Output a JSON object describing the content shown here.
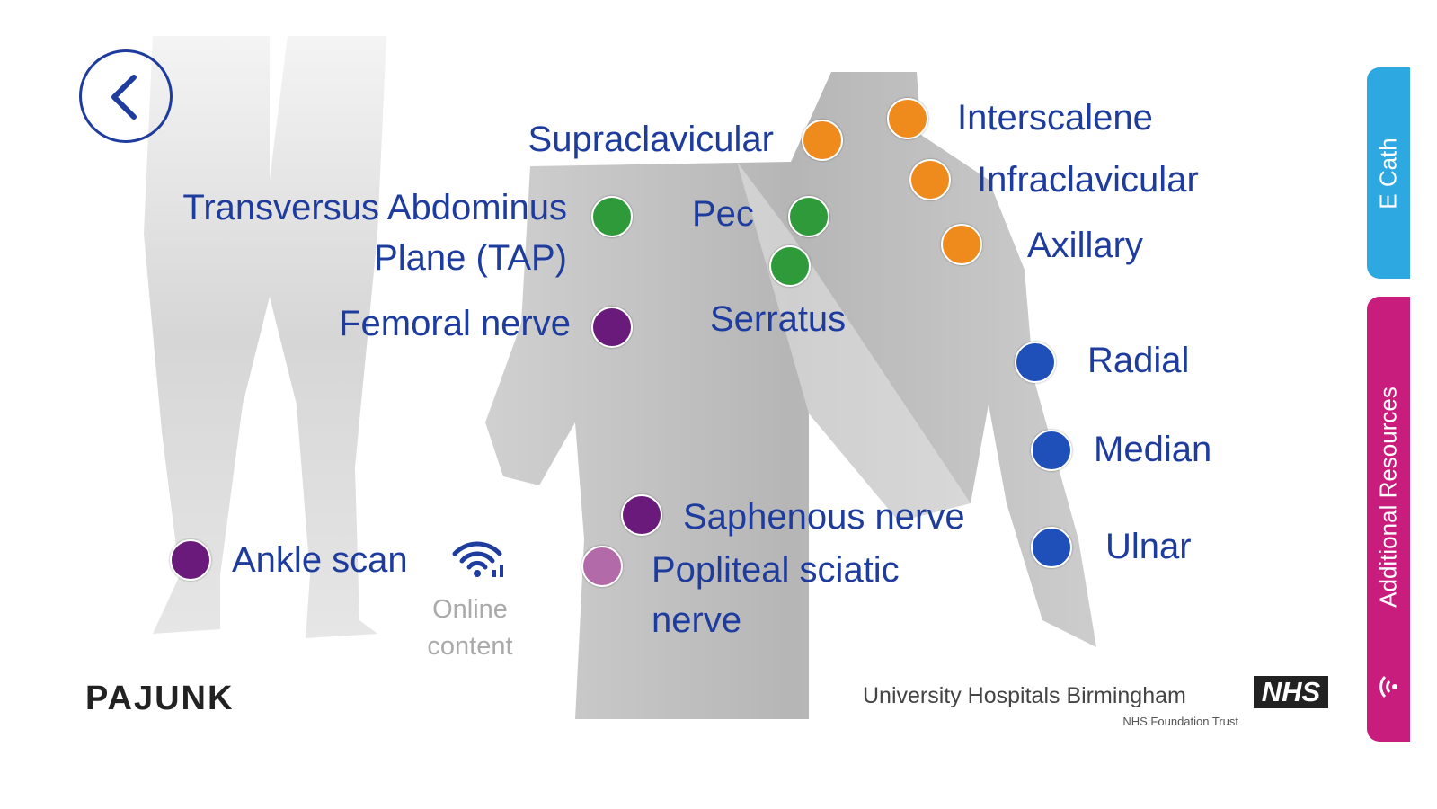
{
  "back_button": {
    "icon": "chevron-left-icon"
  },
  "colors": {
    "label": "#1e3c9e",
    "orange": "#ef8a1c",
    "green": "#2f9a3a",
    "purple": "#6a1a7a",
    "light_purple": "#b26aa8",
    "blue": "#1f4fb8",
    "tab_ecath": "#2ea8e0",
    "tab_resources": "#c81d7c"
  },
  "blocks": [
    {
      "id": "supraclavicular",
      "label": "Supraclavicular",
      "color": "orange"
    },
    {
      "id": "interscalene",
      "label": "Interscalene",
      "color": "orange"
    },
    {
      "id": "infraclavicular",
      "label": "Infraclavicular",
      "color": "orange"
    },
    {
      "id": "axillary",
      "label": "Axillary",
      "color": "orange"
    },
    {
      "id": "tap",
      "label_line1": "Transversus Abdominus",
      "label_line2": "Plane (TAP)",
      "color": "green"
    },
    {
      "id": "pec",
      "label": "Pec",
      "color": "green"
    },
    {
      "id": "serratus",
      "label": "Serratus",
      "color": "green"
    },
    {
      "id": "femoral",
      "label": "Femoral nerve",
      "color": "purple"
    },
    {
      "id": "radial",
      "label": "Radial",
      "color": "blue"
    },
    {
      "id": "median",
      "label": "Median",
      "color": "blue"
    },
    {
      "id": "ulnar",
      "label": "Ulnar",
      "color": "blue"
    },
    {
      "id": "saphenous",
      "label": "Saphenous nerve",
      "color": "purple"
    },
    {
      "id": "popliteal",
      "label_line1": "Popliteal sciatic",
      "label_line2": "nerve",
      "color": "light_purple"
    },
    {
      "id": "ankle",
      "label": "Ankle scan",
      "color": "purple"
    }
  ],
  "online_content": {
    "line1": "Online",
    "line2": "content",
    "icon": "wifi-icon"
  },
  "logos": {
    "pajunk": "PAJUNK",
    "uhb": "University Hospitals Birmingham",
    "nhs": "NHS",
    "trust": "NHS Foundation Trust"
  },
  "tabs": {
    "ecath": "E Cath",
    "resources": "Additional Resources"
  }
}
